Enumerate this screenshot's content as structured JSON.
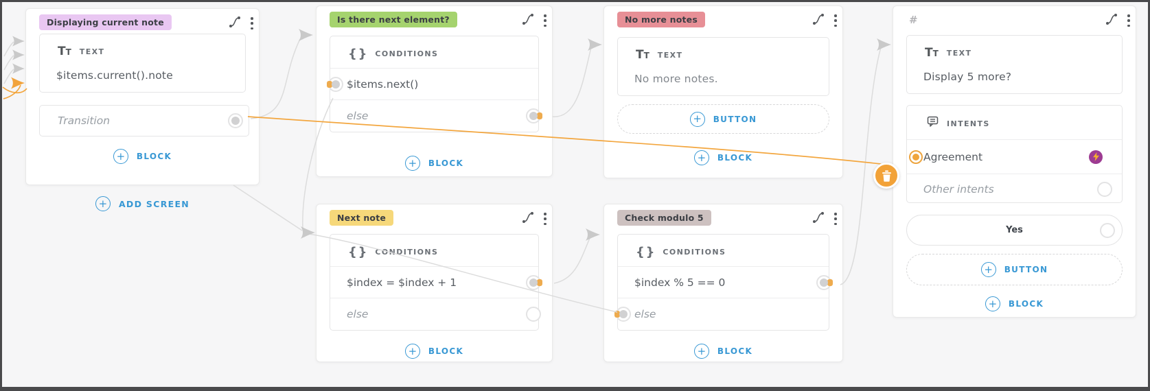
{
  "actions": {
    "add_screen": "ADD SCREEN",
    "add_block": "BLOCK",
    "add_button": "BUTTON"
  },
  "colors": {
    "accent_blue": "#3898d4",
    "accent_orange": "#f2a33c",
    "line_gray": "#dcdcdc",
    "badge_purple": "#e9c7f2",
    "badge_green": "#a5d36e",
    "badge_red": "#e78f96",
    "badge_yellow": "#f6d87a",
    "badge_gray": "#cdc1c0",
    "intent_badge_purple": "#9d3b92"
  },
  "screens": [
    {
      "title": "Displaying current note",
      "text_block": {
        "label": "TEXT",
        "value": "$items.current().note"
      },
      "transition_placeholder": "Transition"
    },
    {
      "title": "Is there next element?",
      "conditions": {
        "label": "CONDITIONS",
        "rows": [
          {
            "text": "$items.next()"
          },
          {
            "text": "else"
          }
        ]
      }
    },
    {
      "title": "No more notes",
      "text_block": {
        "label": "TEXT",
        "value": "No more notes."
      }
    },
    {
      "title_placeholder": "#",
      "text_block": {
        "label": "TEXT",
        "value": "Display 5 more?"
      },
      "intents": {
        "label": "INTENTS",
        "rows": [
          {
            "text": "Agreement"
          },
          {
            "text": "Other intents"
          }
        ]
      },
      "buttons": [
        {
          "label": "Yes"
        }
      ]
    },
    {
      "title": "Next note",
      "conditions": {
        "label": "CONDITIONS",
        "rows": [
          {
            "text": "$index = $index + 1"
          },
          {
            "text": "else"
          }
        ]
      }
    },
    {
      "title": "Check modulo 5",
      "conditions": {
        "label": "CONDITIONS",
        "rows": [
          {
            "text": "$index % 5 == 0"
          },
          {
            "text": "else"
          }
        ]
      }
    }
  ]
}
